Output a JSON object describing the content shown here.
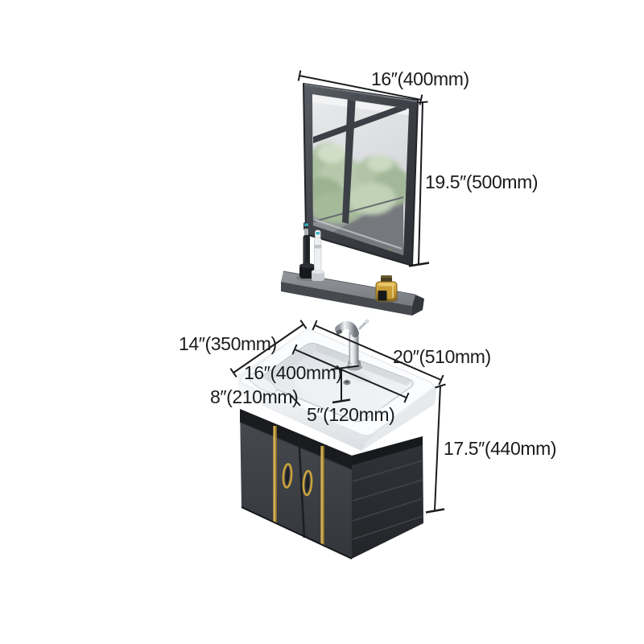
{
  "scene": {
    "description": "Bathroom vanity set dimension diagram",
    "parts": [
      "wall-mirror",
      "wall-shelf",
      "ceramic-sink",
      "faucet",
      "vanity-cabinet",
      "toothbrushes",
      "perfume-bottle"
    ]
  },
  "dimensions": {
    "mirror_width": "16″(400mm)",
    "mirror_height": "19.5″(500mm)",
    "vanity_top_depth": "14″(350mm)",
    "vanity_top_width": "20″(510mm)",
    "basin_inner_width": "16″(400mm)",
    "basin_front_depth": "8″(210mm)",
    "basin_inner_depth": "5″(120mm)",
    "cabinet_height": "17.5″(440mm)"
  },
  "colors": {
    "background": "#ffffff",
    "dimension_line": "#1b1c1e",
    "mirror_frame": "#3d4046",
    "tree_reflection_green": "#aec2a3",
    "shelf_gray": "#84888d",
    "ceramic_white": "#fbfcfd",
    "cabinet_charcoal": "#3c4046",
    "gold_accent": "#cfa43e",
    "chrome": "#c6cacf"
  }
}
